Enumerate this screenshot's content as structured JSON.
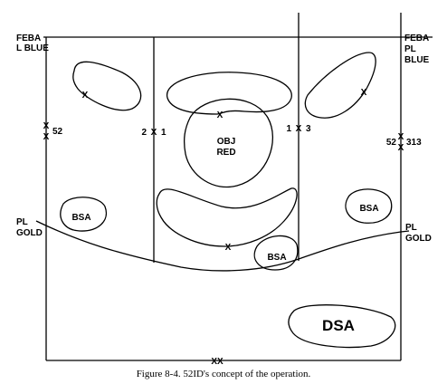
{
  "figure": {
    "caption": "Figure 8-4. 52ID's concept of the operation."
  },
  "labels": {
    "feba_left_1": "FEBA",
    "feba_left_2": "L BLUE",
    "feba_right_1": "FEBA",
    "feba_right_2": "PL",
    "feba_right_3": "BLUE",
    "pl_left_1": "PL",
    "pl_left_2": "GOLD",
    "pl_right_1": "PL",
    "pl_right_2": "GOLD",
    "obj_1": "OBJ",
    "obj_2": "RED",
    "bsa_left": "BSA",
    "bsa_right": "BSA",
    "bsa_bottom": "BSA",
    "dsa": "DSA",
    "boundary_left_num": "52",
    "boundary_right_num_a": "52",
    "boundary_right_num_b": "313",
    "boundary_center_left_a": "2",
    "boundary_center_left_b": "1",
    "boundary_center_right_a": "1",
    "boundary_center_right_b": "3",
    "boundary_bottom": "XX",
    "x_mark": "X"
  }
}
